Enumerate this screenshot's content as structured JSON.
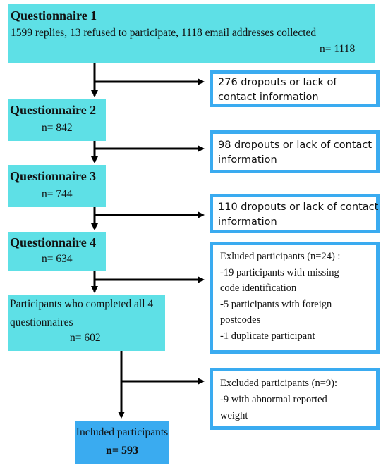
{
  "questionnaire_1": {
    "title": "Questionnaire 1",
    "detail": "1599 replies, 13 refused to participate, 1118  email addresses collected",
    "n": "n= 1118"
  },
  "dropout_1": {
    "lines": [
      "276 dropouts or lack of",
      "contact information"
    ]
  },
  "questionnaire_2": {
    "title": "Questionnaire  2",
    "n": "n= 842"
  },
  "dropout_2": {
    "lines": [
      "98 dropouts or lack of contact",
      "information"
    ]
  },
  "questionnaire_3": {
    "title": "Questionnaire 3",
    "n": "n= 744"
  },
  "dropout_3": {
    "lines": [
      "110 dropouts or lack of contact",
      "information"
    ]
  },
  "questionnaire_4": {
    "title": "Questionnaire 4",
    "n": "n= 634"
  },
  "excluded_1": {
    "lines": [
      "Exluded participants (n=24) :",
      "-19 participants with missing",
      "code identification",
      "-5 participants with foreign",
      "postcodes",
      "-1 duplicate participant"
    ]
  },
  "completed_all": {
    "lines": [
      "Participants who completed all 4",
      "questionnaires"
    ],
    "n": "n= 602"
  },
  "excluded_2": {
    "lines": [
      "Excluded participants (n=9):",
      "-9 with abnormal reported",
      "weight"
    ]
  },
  "included": {
    "label": "Included participants",
    "n": "n= 593"
  },
  "colors": {
    "cyan_box": "#5ee0e6",
    "blue_box": "#3aabf0",
    "outline": "#3aabf0",
    "arrow": "#000000"
  }
}
